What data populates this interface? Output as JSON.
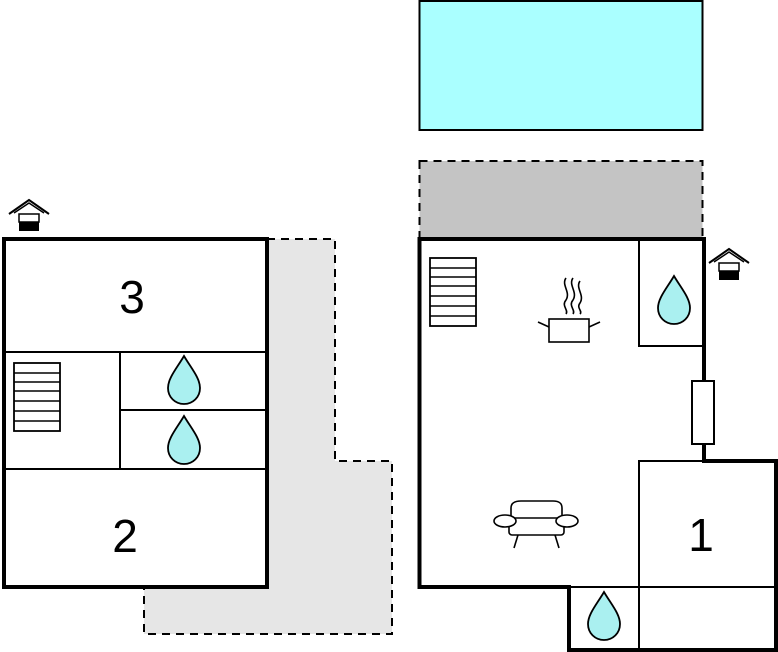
{
  "floorplan": {
    "room_labels": [
      "3",
      "2",
      "1"
    ],
    "icons": {
      "entrance": "house-entrance-icon",
      "stairs": "stairs-icon",
      "bathroom": "water-drop-icon",
      "kitchen": "cooking-pot-icon",
      "living": "sofa-icon",
      "pool": "pool",
      "terrace": "terrace"
    },
    "colors": {
      "pool": "#aaffff",
      "terrace_covered": "#c4c4c4",
      "terrace_open": "#e6e6e6",
      "water_drop": "#aaf0f0",
      "wall": "#000000"
    }
  }
}
